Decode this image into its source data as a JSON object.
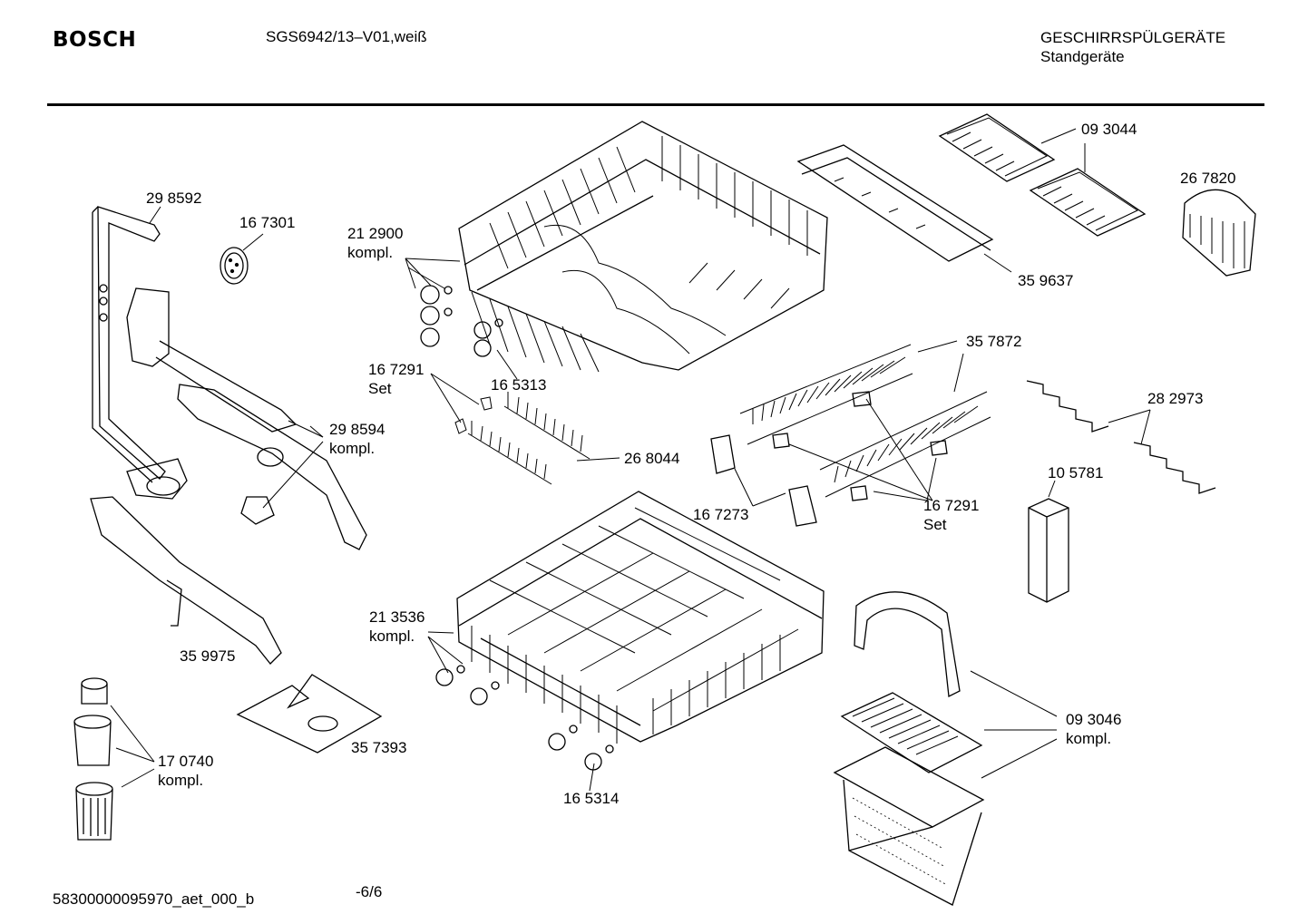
{
  "header": {
    "brand": "BOSCH",
    "model": "SGS6942/13–V01,weiß",
    "category": "GESCHIRRSPÜLGERÄTE",
    "subcategory": "Standgeräte"
  },
  "footer": {
    "doc_id": "58300000095970_aet_000_b",
    "page": "-6/6"
  },
  "labels": {
    "p298592": "29 8592",
    "p167301": "16 7301",
    "p212900": "21 2900",
    "p212900_note": "kompl.",
    "p165313": "16 5313",
    "p167291a": "16 7291",
    "p167291a_note": "Set",
    "p298594": "29 8594",
    "p298594_note": "kompl.",
    "p268044": "26 8044",
    "p093044": "09 3044",
    "p267820": "26 7820",
    "p359637": "35 9637",
    "p357872": "35 7872",
    "p282973": "28 2973",
    "p105781": "10 5781",
    "p167273": "16 7273",
    "p167291b": "16 7291",
    "p167291b_note": "Set",
    "p213536": "21 3536",
    "p213536_note": "kompl.",
    "p359975": "35 9975",
    "p357393": "35 7393",
    "p170740": "17 0740",
    "p170740_note": "kompl.",
    "p165314": "16 5314",
    "p093046": "09 3046",
    "p093046_note": "kompl."
  }
}
